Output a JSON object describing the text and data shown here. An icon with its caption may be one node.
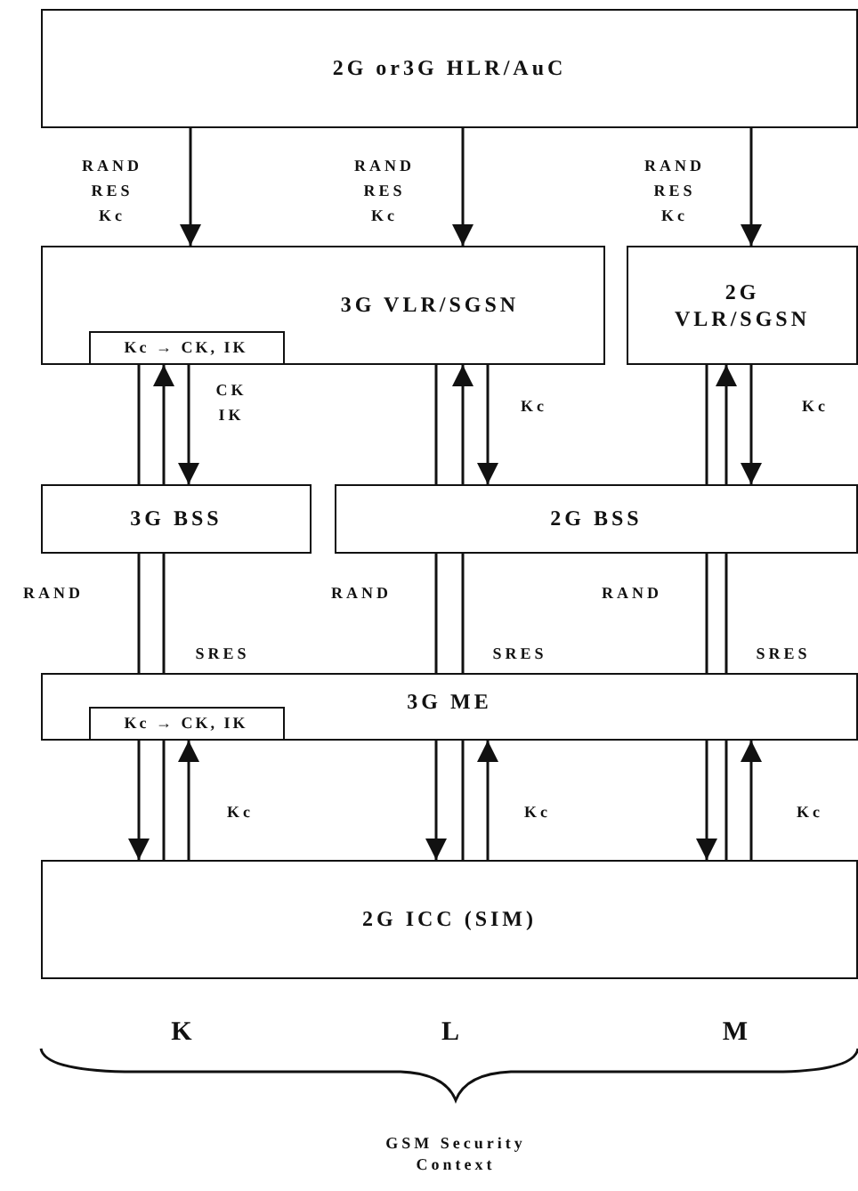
{
  "diagram": {
    "nodes": [
      {
        "text": [
          "2G or3G HLR/AuC"
        ]
      },
      {
        "text": [
          "3G VLR/SGSN"
        ]
      },
      {
        "text": [
          "Kc → CK, IK"
        ],
        "in": 1
      },
      {
        "text": [
          "2G VLR/SGSN"
        ]
      },
      {
        "text": [
          "3G BSS"
        ]
      },
      {
        "text": [
          "2G BSS"
        ]
      },
      {
        "text": [
          "3G ME"
        ]
      },
      {
        "text": [
          "Kc → CK, IK"
        ],
        "in": 6
      },
      {
        "text": [
          "2G ICC (SIM)"
        ]
      }
    ],
    "edges": [
      {
        "from": 0,
        "to": 1,
        "arrow": "to",
        "label": "RAND RES Kc"
      },
      {
        "from": 0,
        "to": 1,
        "arrow": "to",
        "label": "RAND RES Kc"
      },
      {
        "from": 0,
        "to": 3,
        "arrow": "to",
        "label": "RAND RES Kc"
      },
      {
        "from": 2,
        "to": 4,
        "arrow": "none"
      },
      {
        "from": 4,
        "to": 2,
        "arrow": "to"
      },
      {
        "from": 2,
        "to": 4,
        "arrow": "to",
        "label": "CK IK"
      },
      {
        "from": 1,
        "to": 5,
        "arrow": "none"
      },
      {
        "from": 5,
        "to": 1,
        "arrow": "to"
      },
      {
        "from": 1,
        "to": 5,
        "arrow": "to",
        "label": "Kc"
      },
      {
        "from": 3,
        "to": 5,
        "arrow": "none"
      },
      {
        "from": 5,
        "to": 3,
        "arrow": "to"
      },
      {
        "from": 3,
        "to": 5,
        "arrow": "to",
        "label": "Kc"
      },
      {
        "from": 4,
        "to": 6,
        "arrow": "none",
        "label": "RAND"
      },
      {
        "from": 4,
        "to": 6,
        "arrow": "none",
        "label": "SRES"
      },
      {
        "from": 5,
        "to": 6,
        "arrow": "none",
        "label": "RAND"
      },
      {
        "from": 5,
        "to": 6,
        "arrow": "none",
        "label": "SRES"
      },
      {
        "from": 5,
        "to": 6,
        "arrow": "none",
        "label": "RAND"
      },
      {
        "from": 5,
        "to": 6,
        "arrow": "none",
        "label": "SRES"
      },
      {
        "from": 7,
        "to": 8,
        "arrow": "to"
      },
      {
        "from": 7,
        "to": 8,
        "arrow": "none"
      },
      {
        "from": 8,
        "to": 7,
        "arrow": "to",
        "label": "Kc"
      },
      {
        "from": 6,
        "to": 8,
        "arrow": "to"
      },
      {
        "from": 6,
        "to": 8,
        "arrow": "none"
      },
      {
        "from": 8,
        "to": 6,
        "arrow": "to",
        "label": "Kc"
      },
      {
        "from": 6,
        "to": 8,
        "arrow": "to"
      },
      {
        "from": 6,
        "to": 8,
        "arrow": "none"
      },
      {
        "from": 8,
        "to": 6,
        "arrow": "to",
        "label": "Kc"
      }
    ],
    "labels": [
      "K",
      "L",
      "M",
      "GSM Security Context"
    ]
  }
}
